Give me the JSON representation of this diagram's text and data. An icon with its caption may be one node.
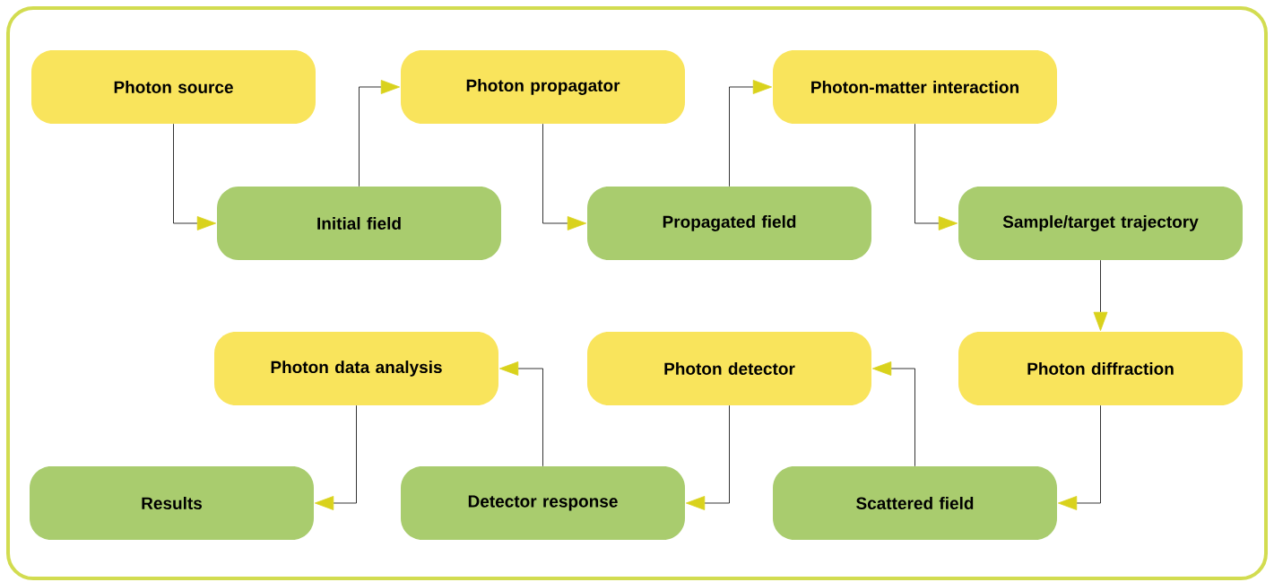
{
  "diagram": {
    "nodes": [
      {
        "text": [
          "Photon source"
        ]
      },
      {
        "text": [
          "Photon propagator"
        ]
      },
      {
        "text": [
          "Photon-matter interaction"
        ]
      },
      {
        "text": [
          "Initial field"
        ]
      },
      {
        "text": [
          "Propagated field"
        ]
      },
      {
        "text": [
          "Sample/target trajectory"
        ]
      },
      {
        "text": [
          "Photon data analysis"
        ]
      },
      {
        "text": [
          "Photon detector"
        ]
      },
      {
        "text": [
          "Photon diffraction"
        ]
      },
      {
        "text": [
          "Results"
        ]
      },
      {
        "text": [
          "Detector response"
        ]
      },
      {
        "text": [
          "Scattered field"
        ]
      }
    ],
    "edges": [
      {
        "from": 0,
        "to": 3,
        "arrow": "to"
      },
      {
        "from": 3,
        "to": 1,
        "arrow": "to"
      },
      {
        "from": 1,
        "to": 4,
        "arrow": "to"
      },
      {
        "from": 4,
        "to": 2,
        "arrow": "to"
      },
      {
        "from": 2,
        "to": 5,
        "arrow": "to"
      },
      {
        "from": 5,
        "to": 8,
        "arrow": "to"
      },
      {
        "from": 8,
        "to": 11,
        "arrow": "to"
      },
      {
        "from": 11,
        "to": 7,
        "arrow": "to"
      },
      {
        "from": 7,
        "to": 10,
        "arrow": "to"
      },
      {
        "from": 10,
        "to": 6,
        "arrow": "to"
      },
      {
        "from": 6,
        "to": 9,
        "arrow": "to"
      }
    ]
  }
}
